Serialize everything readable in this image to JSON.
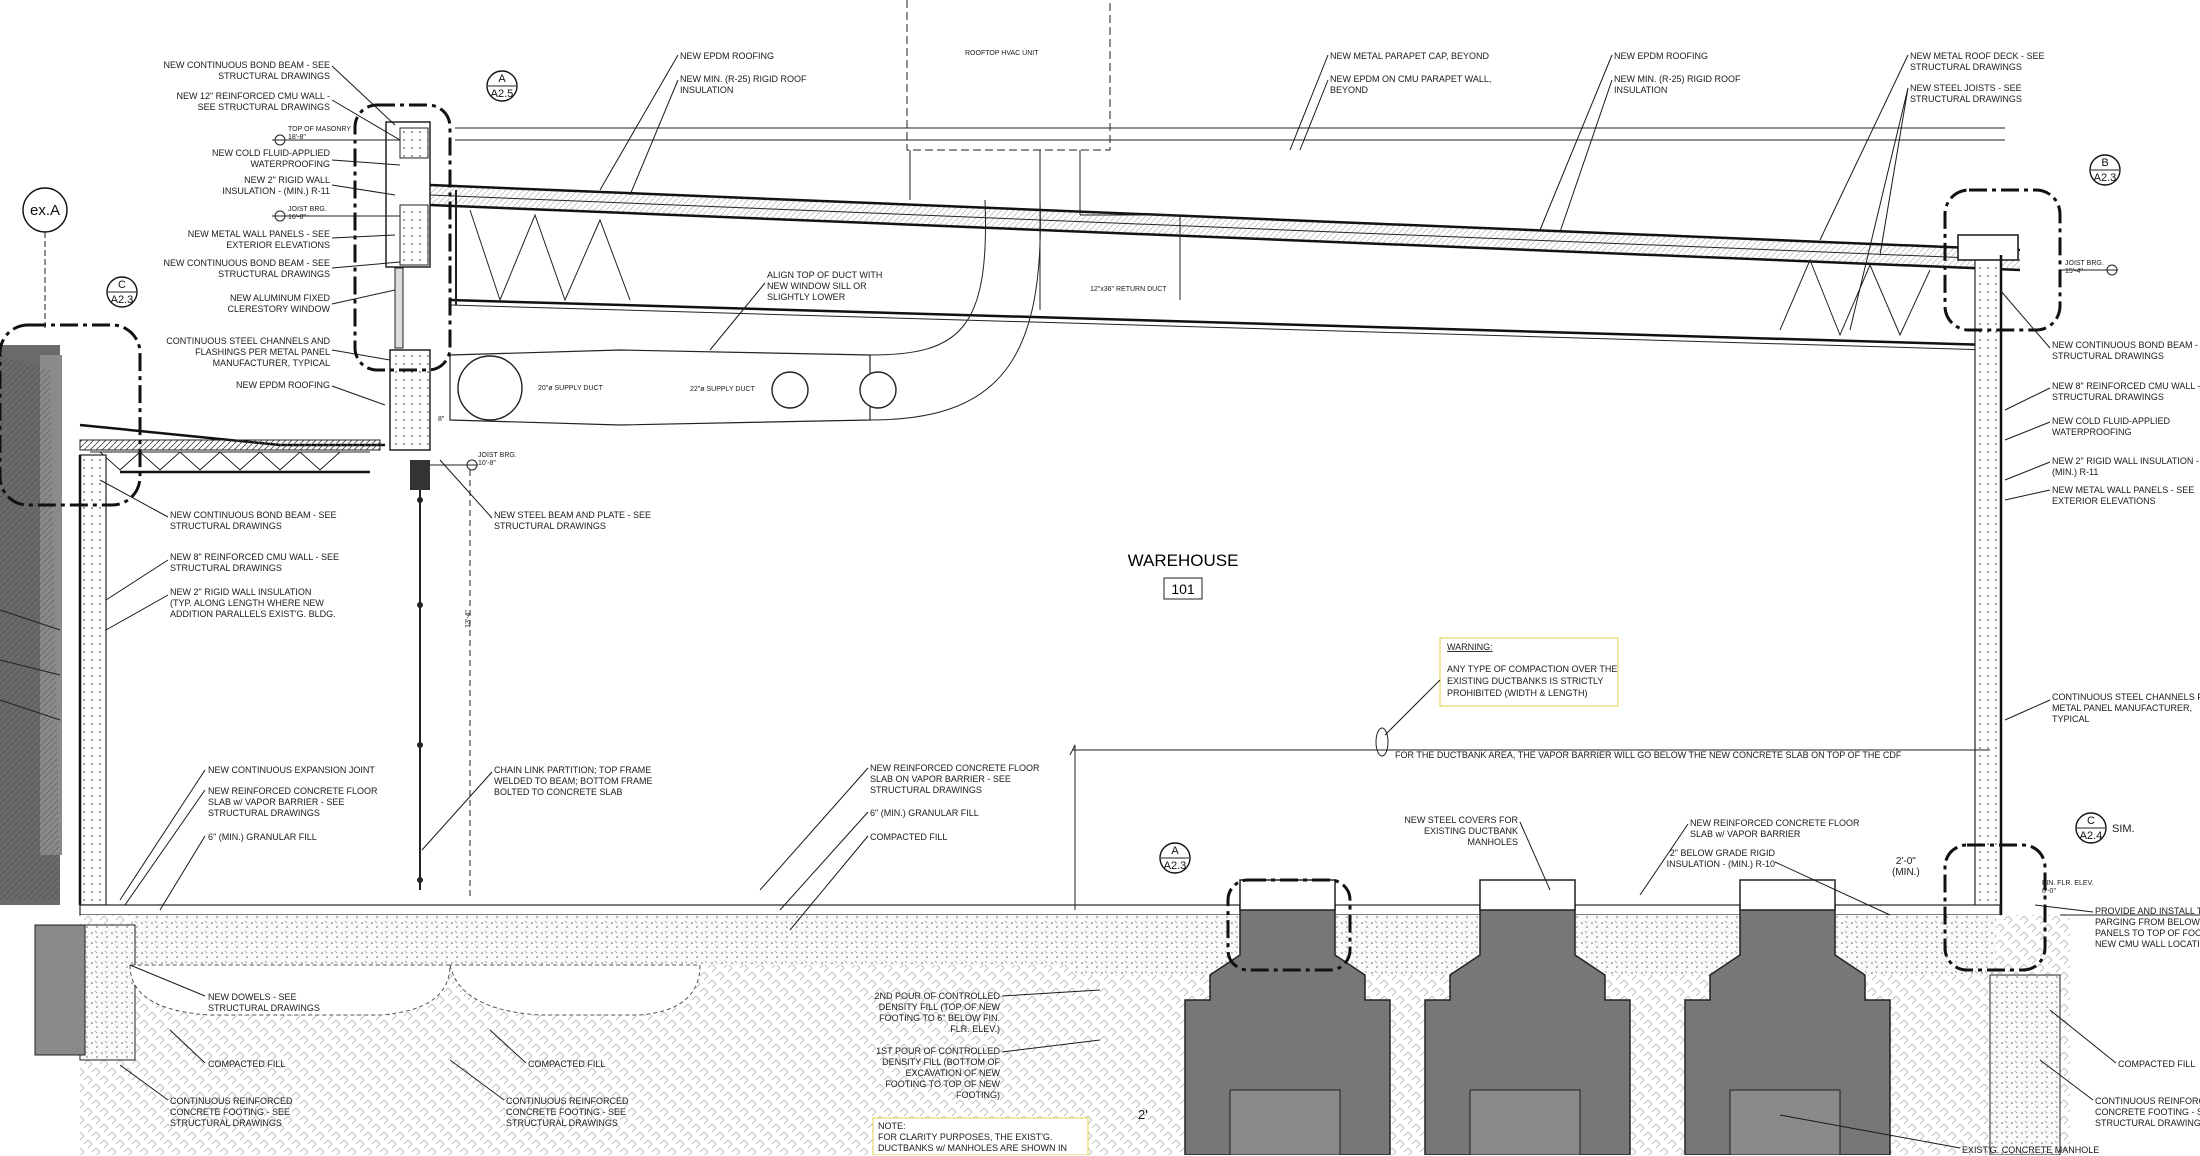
{
  "room": {
    "name": "WAREHOUSE",
    "number": "101"
  },
  "section_tags": {
    "exA": "ex.A",
    "tagA_top": {
      "letter": "A",
      "sheet": "A2.5"
    },
    "tagC_left": {
      "letter": "C",
      "sheet": "A2.3"
    },
    "tagB_right": {
      "letter": "B",
      "sheet": "A2.3"
    },
    "tagA_bottom": {
      "letter": "A",
      "sheet": "A2.3"
    },
    "tagC_right": {
      "letter": "C",
      "sheet": "A2.4",
      "suffix": "SIM."
    }
  },
  "equipment": {
    "rooftop_unit": "ROOFTOP HVAC UNIT",
    "return_duct": "12\"x36\" RETURN DUCT",
    "supply_duct_20": "20\"ø SUPPLY DUCT",
    "supply_duct_22": "22\"ø SUPPLY DUCT"
  },
  "elevations": {
    "top_masonry": [
      "TOP OF MASONRY",
      "18'-8\""
    ],
    "joist_brg_left_high": [
      "JOIST BRG.",
      "16'-8\""
    ],
    "joist_brg_left_low": [
      "JOIST BRG.",
      "10'-8\""
    ],
    "joist_brg_right": [
      "JOIST BRG.",
      "15'-4\""
    ],
    "fin_flr": [
      "FIN. FLR. ELEV.",
      "0'-0\""
    ]
  },
  "dimensions": {
    "d8": "8\"",
    "d13": "13'-4\"",
    "d2min": [
      "2'-0\"",
      "(MIN.)"
    ],
    "d2": "2'"
  },
  "notes_left": [
    [
      "NEW CONTINUOUS BOND BEAM - SEE",
      "STRUCTURAL DRAWINGS"
    ],
    [
      "NEW 12\" REINFORCED CMU WALL -",
      "SEE STRUCTURAL DRAWINGS"
    ],
    [
      "NEW COLD FLUID-APPLIED",
      "WATERPROOFING"
    ],
    [
      "NEW 2\" RIGID WALL",
      "INSULATION - (MIN.) R-11"
    ],
    [
      "NEW METAL WALL PANELS - SEE",
      "EXTERIOR ELEVATIONS"
    ],
    [
      "NEW CONTINUOUS BOND BEAM - SEE",
      "STRUCTURAL DRAWINGS"
    ],
    [
      "NEW ALUMINUM FIXED",
      "CLERESTORY WINDOW"
    ],
    [
      "CONTINUOUS STEEL CHANNELS AND",
      "FLASHINGS PER METAL PANEL",
      "MANUFACTURER, TYPICAL"
    ],
    [
      "NEW EPDM ROOFING"
    ]
  ],
  "notes_left_mid": [
    [
      "NEW CONTINUOUS BOND BEAM - SEE",
      "STRUCTURAL DRAWINGS"
    ],
    [
      "NEW 8\" REINFORCED CMU WALL - SEE",
      "STRUCTURAL DRAWINGS"
    ],
    [
      "NEW 2\" RIGID WALL INSULATION",
      "(TYP. ALONG LENGTH WHERE NEW",
      "ADDITION PARALLELS EXIST'G. BLDG."
    ],
    [
      "NEW CONTINUOUS EXPANSION JOINT"
    ],
    [
      "NEW REINFORCED CONCRETE FLOOR",
      "SLAB w/ VAPOR BARRIER - SEE",
      "STRUCTURAL DRAWINGS"
    ],
    [
      "6\" (MIN.) GRANULAR FILL"
    ],
    [
      "NEW DOWELS - SEE",
      "STRUCTURAL DRAWINGS"
    ],
    [
      "COMPACTED FILL"
    ],
    [
      "CONTINUOUS REINFORCED",
      "CONCRETE FOOTING - SEE",
      "STRUCTURAL DRAWINGS"
    ]
  ],
  "notes_center": {
    "steel_beam": [
      "NEW STEEL BEAM AND PLATE - SEE",
      "STRUCTURAL DRAWINGS"
    ],
    "chain_link": [
      "CHAIN LINK PARTITION; TOP FRAME",
      "WELDED TO BEAM; BOTTOM FRAME",
      "BOLTED TO CONCRETE SLAB"
    ],
    "compacted_fill": [
      "COMPACTED FILL"
    ],
    "footing": [
      "CONTINUOUS REINFORCED",
      "CONCRETE FOOTING - SEE",
      "STRUCTURAL DRAWINGS"
    ],
    "slab": [
      "NEW REINFORCED CONCRETE FLOOR",
      "SLAB ON VAPOR BARRIER - SEE",
      "STRUCTURAL DRAWINGS"
    ],
    "granular": [
      "6\" (MIN.) GRANULAR FILL"
    ],
    "compacted_fill2": [
      "COMPACTED FILL"
    ],
    "second_pour": [
      "2ND POUR OF CONTROLLED",
      "DENSITY FILL (TOP OF NEW",
      "FOOTING TO 6\" BELOW FIN.",
      "FLR. ELEV.)"
    ],
    "first_pour": [
      "1ST POUR OF CONTROLLED",
      "DENSITY FILL (BOTTOM OF",
      "EXCAVATION OF NEW",
      "FOOTING TO TOP OF NEW",
      "FOOTING)"
    ],
    "clarity_note": [
      "NOTE:",
      "FOR CLARITY PURPOSES, THE EXIST'G.",
      "DUCTBANKS w/ MANHOLES ARE SHOWN IN"
    ],
    "align_duct": [
      "ALIGN TOP OF DUCT WITH",
      "NEW WINDOW SILL OR",
      "SLIGHTLY LOWER"
    ],
    "ductbank_line": "FOR THE DUCTBANK AREA, THE VAPOR BARRIER WILL GO BELOW THE NEW CONCRETE SLAB ON TOP OF THE CDF",
    "steel_covers": [
      "NEW STEEL COVERS  FOR",
      "EXISTING DUCTBANK",
      "MANHOLES"
    ],
    "slab_vb": [
      "NEW REINFORCED CONCRETE FLOOR",
      "SLAB w/ VAPOR BARRIER"
    ],
    "below_grade": [
      "2\" BELOW GRADE RIGID",
      "INSULATION - (MIN.) R-10"
    ],
    "manhole": [
      "EXIST'G. CONCRETE MANHOLE"
    ]
  },
  "notes_top": {
    "epdm1": [
      "NEW EPDM ROOFING"
    ],
    "insul1": [
      "NEW MIN. (R-25) RIGID ROOF",
      "INSULATION"
    ],
    "parapet_cap": [
      "NEW METAL PARAPET CAP, BEYOND"
    ],
    "parapet_epdm": [
      "NEW EPDM ON CMU PARAPET WALL,",
      "BEYOND"
    ],
    "epdm2": [
      "NEW EPDM ROOFING"
    ],
    "insul2": [
      "NEW MIN. (R-25) RIGID ROOF",
      "INSULATION"
    ],
    "roof_deck": [
      "NEW METAL ROOF DECK - SEE",
      "STRUCTURAL DRAWINGS"
    ],
    "joists": [
      "NEW STEEL JOISTS - SEE",
      "STRUCTURAL DRAWINGS"
    ]
  },
  "notes_right": [
    [
      "NEW CONTINUOUS BOND BEAM - S",
      "STRUCTURAL DRAWINGS"
    ],
    [
      "NEW 8\" REINFORCED CMU WALL -",
      "STRUCTURAL DRAWINGS"
    ],
    [
      "NEW COLD FLUID-APPLIED",
      "WATERPROOFING"
    ],
    [
      "NEW 2\" RIGID WALL INSULATION -",
      "(MIN.) R-11"
    ],
    [
      "NEW METAL WALL PANELS - SEE",
      "EXTERIOR ELEVATIONS"
    ],
    [
      "CONTINUOUS STEEL CHANNELS PE",
      "METAL PANEL MANUFACTURER,",
      "TYPICAL"
    ],
    [
      "PROVIDE AND INSTALL T",
      "PARGING FROM BELOW",
      "PANELS TO TOP OF FOO",
      "NEW CMU WALL LOCATI"
    ],
    [
      "COMPACTED FILL"
    ],
    [
      "CONTINUOUS REINFORCED",
      "CONCRETE FOOTING - S",
      "STRUCTURAL DRAWINGS"
    ]
  ],
  "warning": {
    "title": "WARNING:",
    "lines": [
      "ANY TYPE OF COMPACTION OVER THE",
      "EXISTING DUCTBANKS IS STRICTLY",
      "PROHIBITED (WIDTH & LENGTH)"
    ]
  }
}
